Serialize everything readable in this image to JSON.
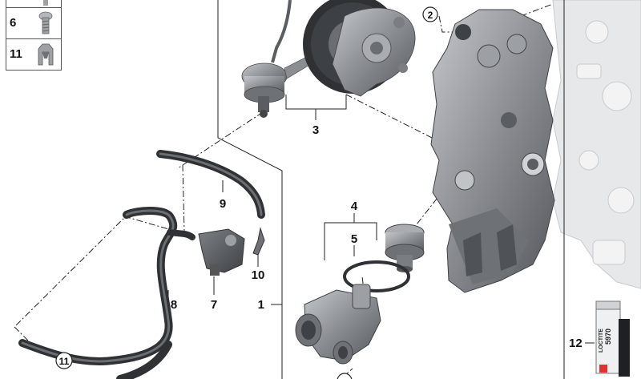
{
  "legend": {
    "rows": [
      {
        "num": "6",
        "icon": "screw-icon"
      },
      {
        "num": "11",
        "icon": "clip-icon"
      }
    ]
  },
  "callouts": {
    "c1": "1",
    "c2": "2",
    "c3": "3",
    "c4": "4",
    "c5": "5",
    "c7": "7",
    "c8": "8",
    "c9": "9",
    "c10": "10",
    "c11": "11",
    "c12": "12"
  },
  "tube_label": {
    "line1": "LOCTITE",
    "line2": "5970"
  },
  "colors": {
    "part": "#8a8d91",
    "part_dark": "#4d5054",
    "part_light": "#c9ccd0",
    "engine": "#e6e7e9",
    "hose": "#3c3e41",
    "line": "#222222"
  }
}
